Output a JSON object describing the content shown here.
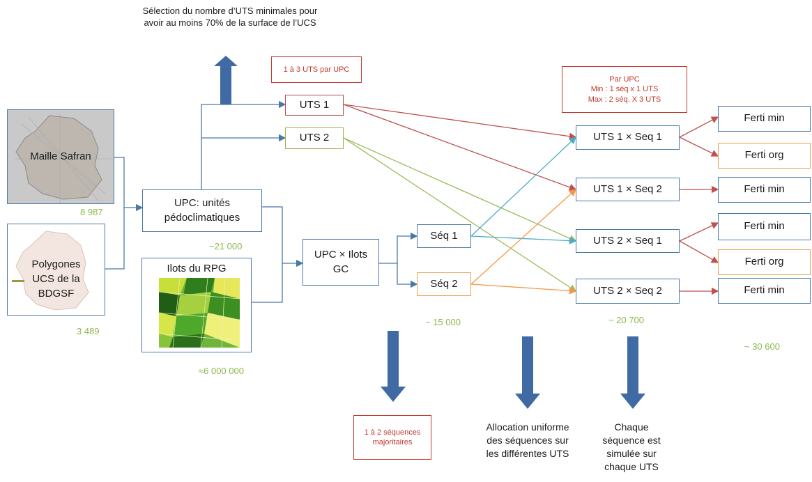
{
  "top_note": "Sélection du nombre d’UTS minimales pour avoir au moins 70% de la surface de l’UCS",
  "inputs": {
    "maille": {
      "label": "Maille Safran",
      "count": "8 987"
    },
    "polygones": {
      "label": "Polygones UCS de la BDGSF",
      "count": "3 489"
    },
    "ilots": {
      "label": "Ilots du RPG",
      "count": "≈6 000 000"
    }
  },
  "upc": {
    "label": "UPC: unités pédoclimatiques",
    "count": "~21 000"
  },
  "upc_ilots": {
    "label": "UPC × Ilots GC"
  },
  "uts": {
    "uts1": "UTS 1",
    "uts2": "UTS 2"
  },
  "notes": {
    "uts_per_upc": "1 à 3 UTS par UPC",
    "par_upc": "Par UPC\nMin : 1 séq x 1 UTS\nMax : 2 séq. X 3 UTS",
    "sequences": "1 à 2 séquences majoritaires"
  },
  "sequences": {
    "seq1": "Séq 1",
    "seq2": "Séq 2",
    "count": "~ 15 000"
  },
  "combos": {
    "c11": "UTS 1 × Seq 1",
    "c12": "UTS 1 × Seq 2",
    "c21": "UTS 2 × Seq 1",
    "c22": "UTS 2 × Seq 2",
    "count": "~ 20 700"
  },
  "outputs": {
    "o1": "Ferti min",
    "o2": "Ferti org",
    "o3": "Ferti min",
    "o4": "Ferti min",
    "o5": "Ferti org",
    "o6": "Ferti min",
    "count": "~ 30 600"
  },
  "captions": {
    "allocation": "Allocation uniforme des séquences sur les différentes UTS",
    "simulation": "Chaque séquence est simulée sur chaque UTS"
  },
  "colors": {
    "blue_line": "#4a78a8",
    "red_line": "#c0504d",
    "green_line": "#9bbb59",
    "teal_line": "#4bacc6",
    "orange_line": "#f79646",
    "count_green": "#8ab84a",
    "note_red": "#c0392b",
    "arrow_blue": "#3f6aa3"
  }
}
